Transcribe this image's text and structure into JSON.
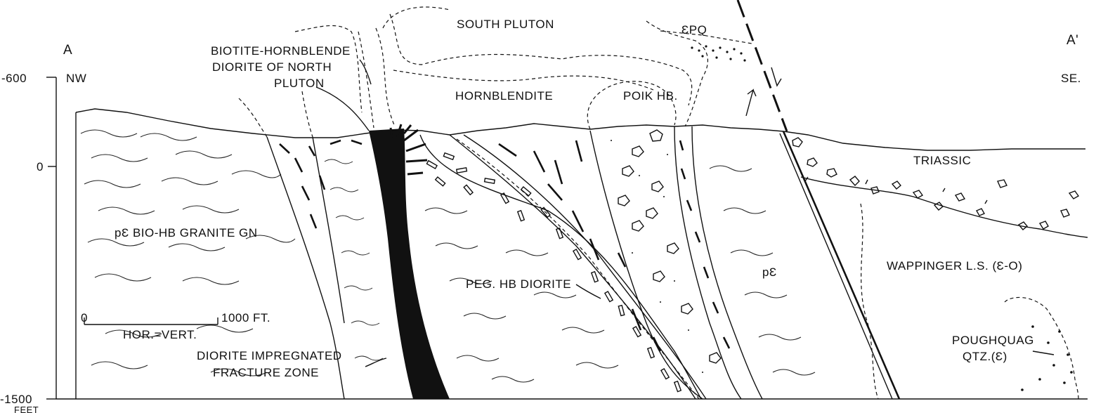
{
  "section": {
    "end_left": "A",
    "end_right": "A'",
    "dir_left": "NW",
    "dir_right": "SE."
  },
  "elevation": {
    "top": "-600",
    "zero": "0",
    "bottom": "-1500",
    "unit": "FEET"
  },
  "labels": {
    "south_pluton": "SOUTH PLUTON",
    "cpq": "ƐPQ",
    "north_1": "BIOTITE-HORNBLENDE",
    "north_2": "DIORITE OF NORTH",
    "north_3": "PLUTON",
    "hornblendite": "HORNBLENDITE",
    "poik_hb": "POIK HB.",
    "triassic": "TRIASSIC",
    "granite_gn": "pƐ BIO-HB GRANITE GN",
    "peg_hb": "PEG. HB DIORITE",
    "pc": "pƐ",
    "wappinger": "WAPPINGER L.S. (Ɛ-O)",
    "pough_1": "POUGHQUAG",
    "pough_2": "QTZ.(Ɛ)",
    "fracture_1": "DIORITE IMPREGNATED",
    "fracture_2": "FRACTURE ZONE"
  },
  "scale": {
    "zero": "0",
    "length": "1000 FT.",
    "ratio": "HOR.=VERT."
  }
}
